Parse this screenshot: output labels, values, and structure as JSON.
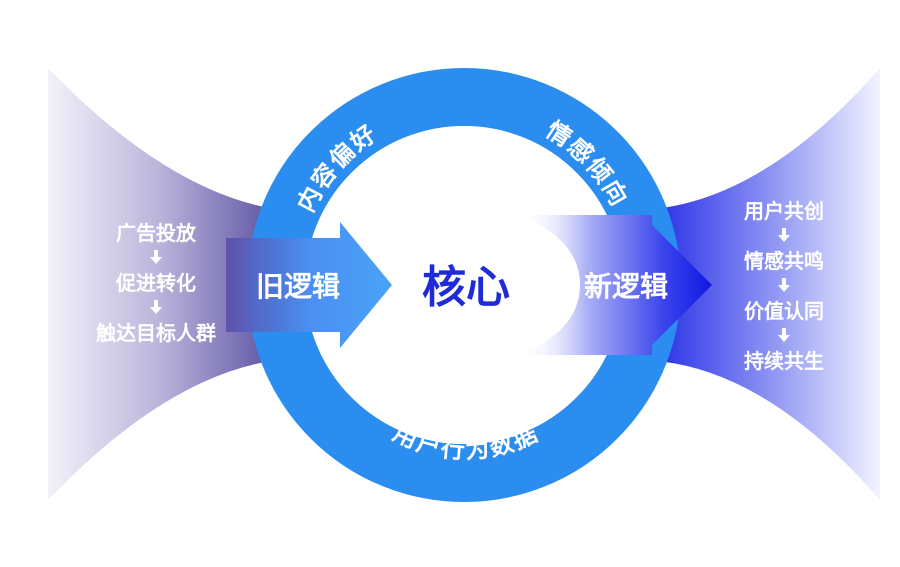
{
  "ring": {
    "top_left_label": "内容偏好",
    "top_right_label": "情感倾向",
    "bottom_label": "用户行为数据"
  },
  "center": {
    "core_label": "核心",
    "old_logic_label": "旧逻辑",
    "new_logic_label": "新逻辑"
  },
  "left_flow": {
    "steps": [
      "广告投放",
      "促进转化",
      "触达目标人群"
    ]
  },
  "right_flow": {
    "steps": [
      "用户共创",
      "情感共鸣",
      "价值认同",
      "持续共生"
    ]
  },
  "colors": {
    "ring_blue": "#2b8df0",
    "core_text": "#1f2bd8",
    "left_funnel_dark": "#4b3f9a",
    "right_funnel_dark": "#1b25e6",
    "white": "#ffffff"
  }
}
